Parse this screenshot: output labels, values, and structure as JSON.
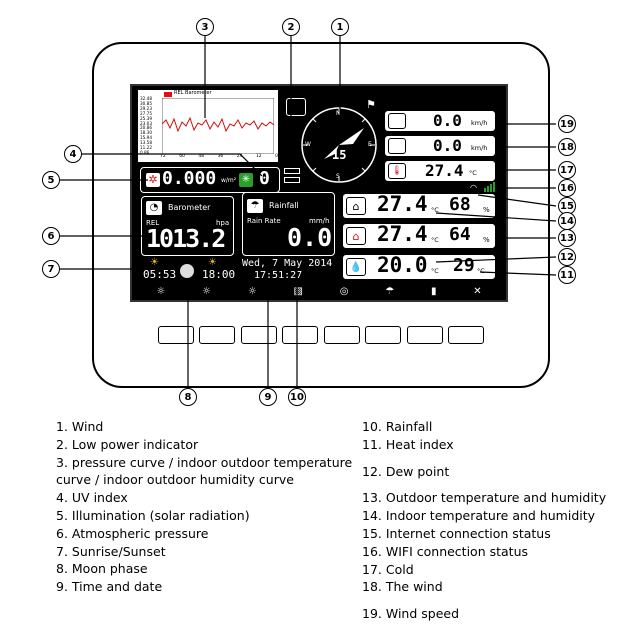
{
  "screen": {
    "barometer_chart": {
      "legend": "REL Barometer",
      "y_ticks": [
        "32.48",
        "30.85",
        "29.23",
        "27.75",
        "25.39",
        "23.03",
        "20.86",
        "18.30",
        "15.94",
        "13.58",
        "11.22",
        "0.86"
      ],
      "x_ticks": [
        "72",
        "60",
        "48",
        "36",
        "24",
        "12",
        "0"
      ]
    },
    "uv": {
      "value": "0"
    },
    "illumination": {
      "value": "0.000",
      "unit": "w/m²"
    },
    "wind_compass": {
      "value": "15",
      "n": "N",
      "s": "S",
      "e": "E",
      "w": "W"
    },
    "wind_speed": {
      "value": "0.0",
      "unit": "km/h"
    },
    "wind_gust": {
      "value": "0.0",
      "unit": "km/h"
    },
    "cold": {
      "value": "27.4",
      "unit": "°C"
    },
    "indoor": {
      "temp": "27.4",
      "temp_unit": "°C",
      "humidity": "68",
      "humidity_unit": "%"
    },
    "outdoor": {
      "temp": "27.4",
      "temp_unit": "°C",
      "humidity": "64",
      "humidity_unit": "%"
    },
    "dew_heat": {
      "dew": "20.0",
      "dew_unit": "°C",
      "heat": "29",
      "heat_unit": "°C"
    },
    "barometer": {
      "title": "Barometer",
      "rel": "REL",
      "unit": "hpa",
      "value": "1013.2"
    },
    "rainfall": {
      "title": "Rainfall",
      "rate_label": "Rain Rate",
      "unit": "mm/h",
      "value": "0.0"
    },
    "sunrise": "05:53",
    "sunset": "18:00",
    "date": "Wed, 7 May 2014",
    "time": "17:51:27"
  },
  "callouts": [
    "1",
    "2",
    "3",
    "4",
    "5",
    "6",
    "7",
    "8",
    "9",
    "10",
    "11",
    "12",
    "13",
    "14",
    "15",
    "16",
    "17",
    "18",
    "19"
  ],
  "legend_left": [
    "1. Wind",
    "2. Low power indicator",
    "3. pressure curve / indoor outdoor temperature",
    "curve / indoor outdoor humidity curve",
    "4. UV index",
    "5. Illumination (solar radiation)",
    "6. Atmospheric pressure",
    "7. Sunrise/Sunset",
    "8. Moon phase",
    "9. Time and date"
  ],
  "legend_right": [
    "10. Rainfall",
    "11. Heat index",
    "12. Dew point",
    "13. Outdoor temperature and humidity",
    "14. Indoor temperature and humidity",
    "15. Internet connection status",
    "16. WIFI connection status",
    "17. Cold",
    "18. The wind",
    "19. Wind speed"
  ]
}
